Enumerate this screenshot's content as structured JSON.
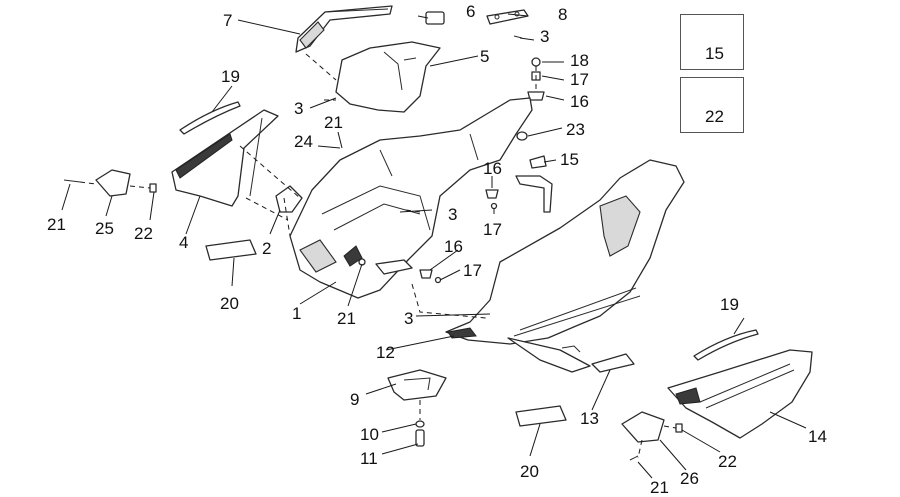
{
  "callouts": {
    "c7": "7",
    "c6": "6",
    "c8": "8",
    "c3a": "3",
    "c5": "5",
    "c18": "18",
    "c17a": "17",
    "c16a": "16",
    "c23": "23",
    "c19a": "19",
    "c3b": "3",
    "c21a": "21",
    "c24": "24",
    "c15a": "15",
    "c16b": "16",
    "c17b": "17",
    "c21b": "21",
    "c25": "25",
    "c22a": "22",
    "c4": "4",
    "c2": "2",
    "c3c": "3",
    "c16c": "16",
    "c17c": "17",
    "c20a": "20",
    "c1": "1",
    "c21c": "21",
    "c3d": "3",
    "c12": "12",
    "c19b": "19",
    "c9": "9",
    "c13": "13",
    "c14": "14",
    "c10": "10",
    "c11": "11",
    "c20b": "20",
    "c22b": "22",
    "c26": "26",
    "c21d": "21"
  },
  "boxes": {
    "box15": "15",
    "box22": "22"
  }
}
